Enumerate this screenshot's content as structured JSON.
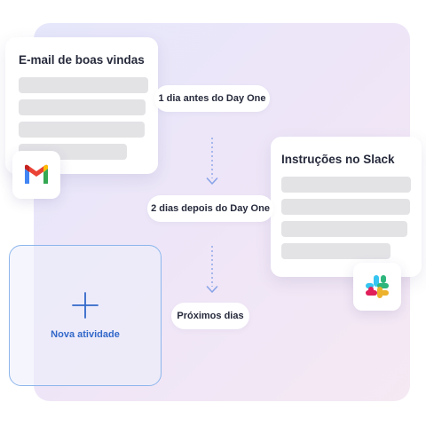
{
  "cards": {
    "email": {
      "title": "E-mail de boas vindas",
      "icon": "gmail-icon"
    },
    "slack": {
      "title": "Instruções no Slack",
      "icon": "slack-icon"
    }
  },
  "timeline": {
    "steps": [
      {
        "label": "1 dia antes do Day One"
      },
      {
        "label": "2 dias depois do Day One"
      },
      {
        "label": "Próximos dias"
      }
    ]
  },
  "new_activity": {
    "label": "Nova atividade",
    "icon": "plus-icon"
  },
  "colors": {
    "accent": "#3268c9",
    "connector": "#8aa3e8",
    "placeholder_bar": "#e3e3e6",
    "gmail_red": "#ea4335",
    "gmail_blue": "#4285f4",
    "gmail_green": "#34a853",
    "gmail_yellow": "#fbbc04",
    "slack_blue": "#36c5f0",
    "slack_green": "#2eb67d",
    "slack_yellow": "#ecb22e",
    "slack_red": "#e01e5a"
  }
}
